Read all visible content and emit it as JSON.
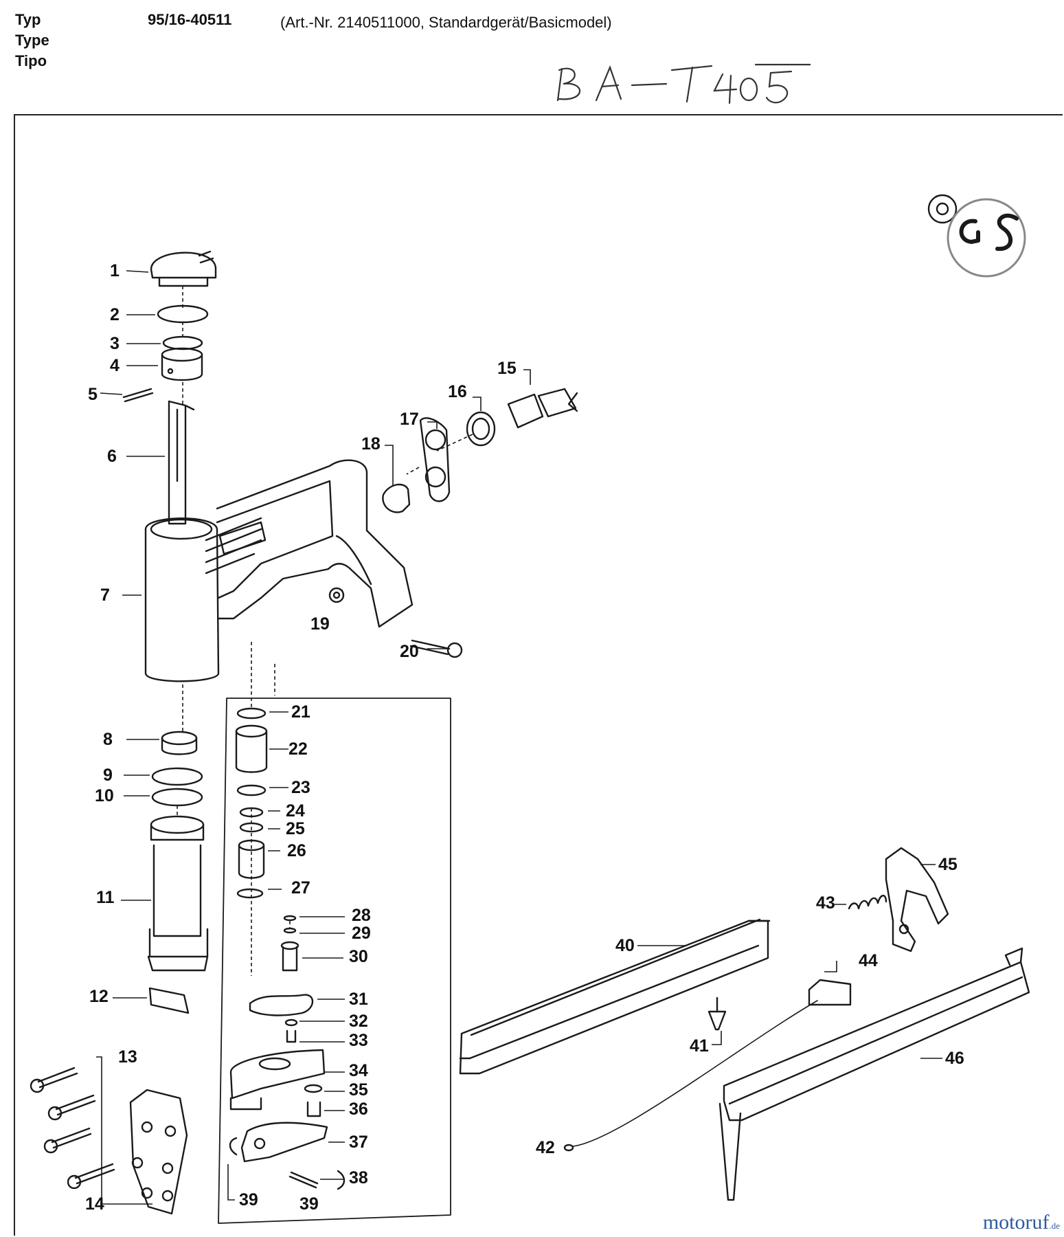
{
  "header": {
    "row_labels": [
      "Typ",
      "Type",
      "Tipo"
    ],
    "model_number": "95/16-40511",
    "description": "(Art.-Nr. 2140511000, Standardgerät/Basicmodel)"
  },
  "handwritten_label": "BA-T405",
  "certification_mark": "GS",
  "watermark": {
    "main": "motoruf",
    "tld": ".de"
  },
  "part_numbers": [
    "1",
    "2",
    "3",
    "4",
    "5",
    "6",
    "7",
    "8",
    "9",
    "10",
    "11",
    "12",
    "13",
    "14",
    "15",
    "16",
    "17",
    "18",
    "19",
    "20",
    "21",
    "22",
    "23",
    "24",
    "25",
    "26",
    "27",
    "28",
    "29",
    "30",
    "31",
    "32",
    "33",
    "34",
    "35",
    "36",
    "37",
    "38",
    "39",
    "39",
    "40",
    "41",
    "42",
    "43",
    "44",
    "45",
    "46"
  ]
}
